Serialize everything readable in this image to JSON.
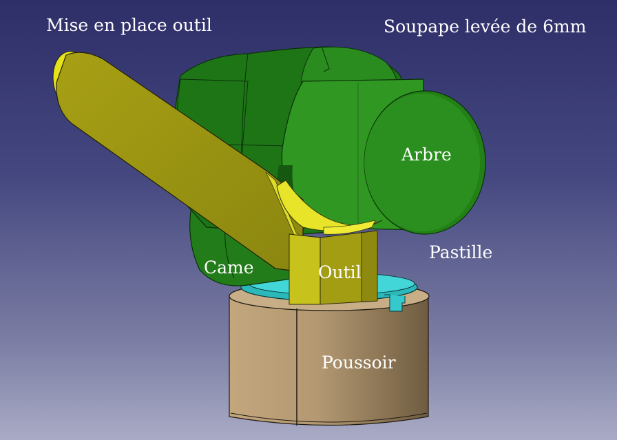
{
  "titles": {
    "left": "Mise en place outil",
    "right": "Soupape levée de 6mm"
  },
  "labels": {
    "arbre": "Arbre",
    "pastille": "Pastille",
    "came": "Came",
    "outil": "Outil",
    "poussoir": "Poussoir"
  },
  "colors": {
    "background_top": "#2e2e68",
    "background_bottom": "#a9abc6",
    "shaft_green": "#1f7a1a",
    "tool_yellow": "#a09a12",
    "pad_cyan": "#35c9cc",
    "tappet_tan": "#b69a70"
  }
}
